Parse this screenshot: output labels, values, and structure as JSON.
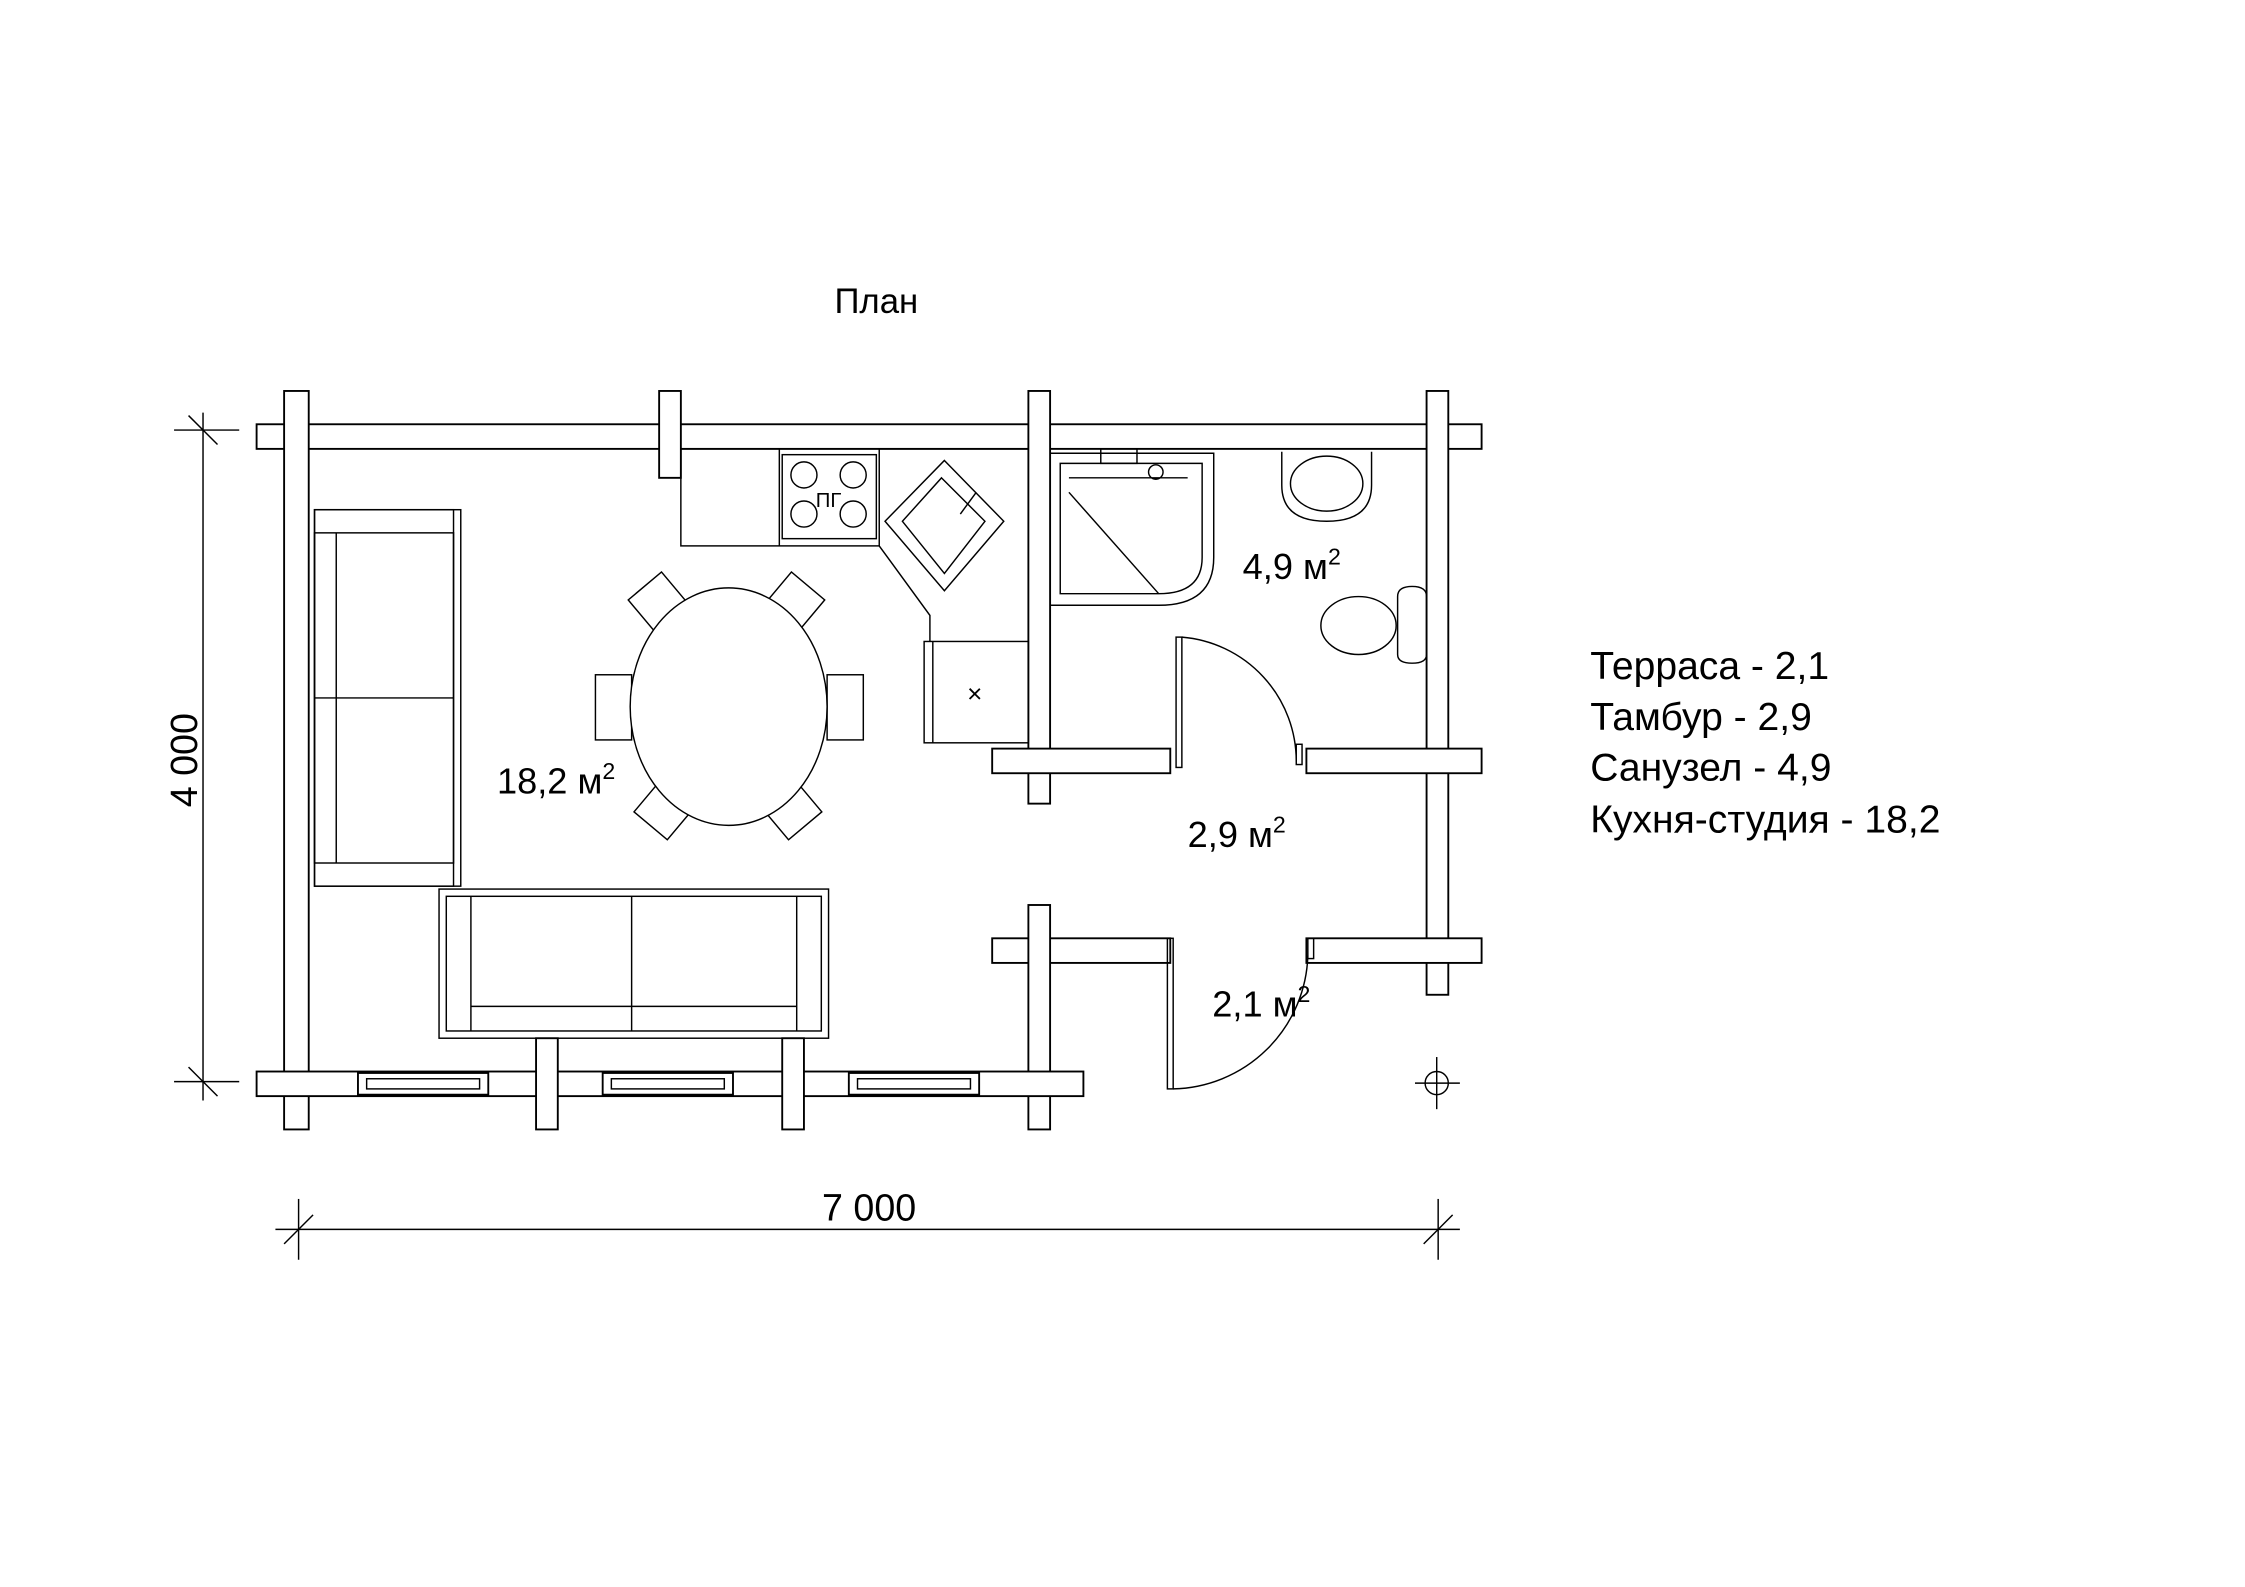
{
  "title": "План",
  "dimensions": {
    "height": "4 000",
    "width": "7 000"
  },
  "rooms": [
    {
      "name": "kitchen-studio",
      "area": "18,2",
      "unit": "м",
      "sup": "2"
    },
    {
      "name": "bathroom",
      "area": "4,9",
      "unit": "м",
      "sup": "2"
    },
    {
      "name": "vestibule",
      "area": "2,9",
      "unit": "м",
      "sup": "2"
    },
    {
      "name": "terrace",
      "area": "2,1",
      "unit": "м",
      "sup": "2"
    }
  ],
  "stove_label": "ПГ",
  "fridge_mark": "×",
  "legend": [
    "Терраса - 2,1",
    "Тамбур - 2,9",
    "Санузел - 4,9",
    "Кухня-студия - 18,2"
  ]
}
